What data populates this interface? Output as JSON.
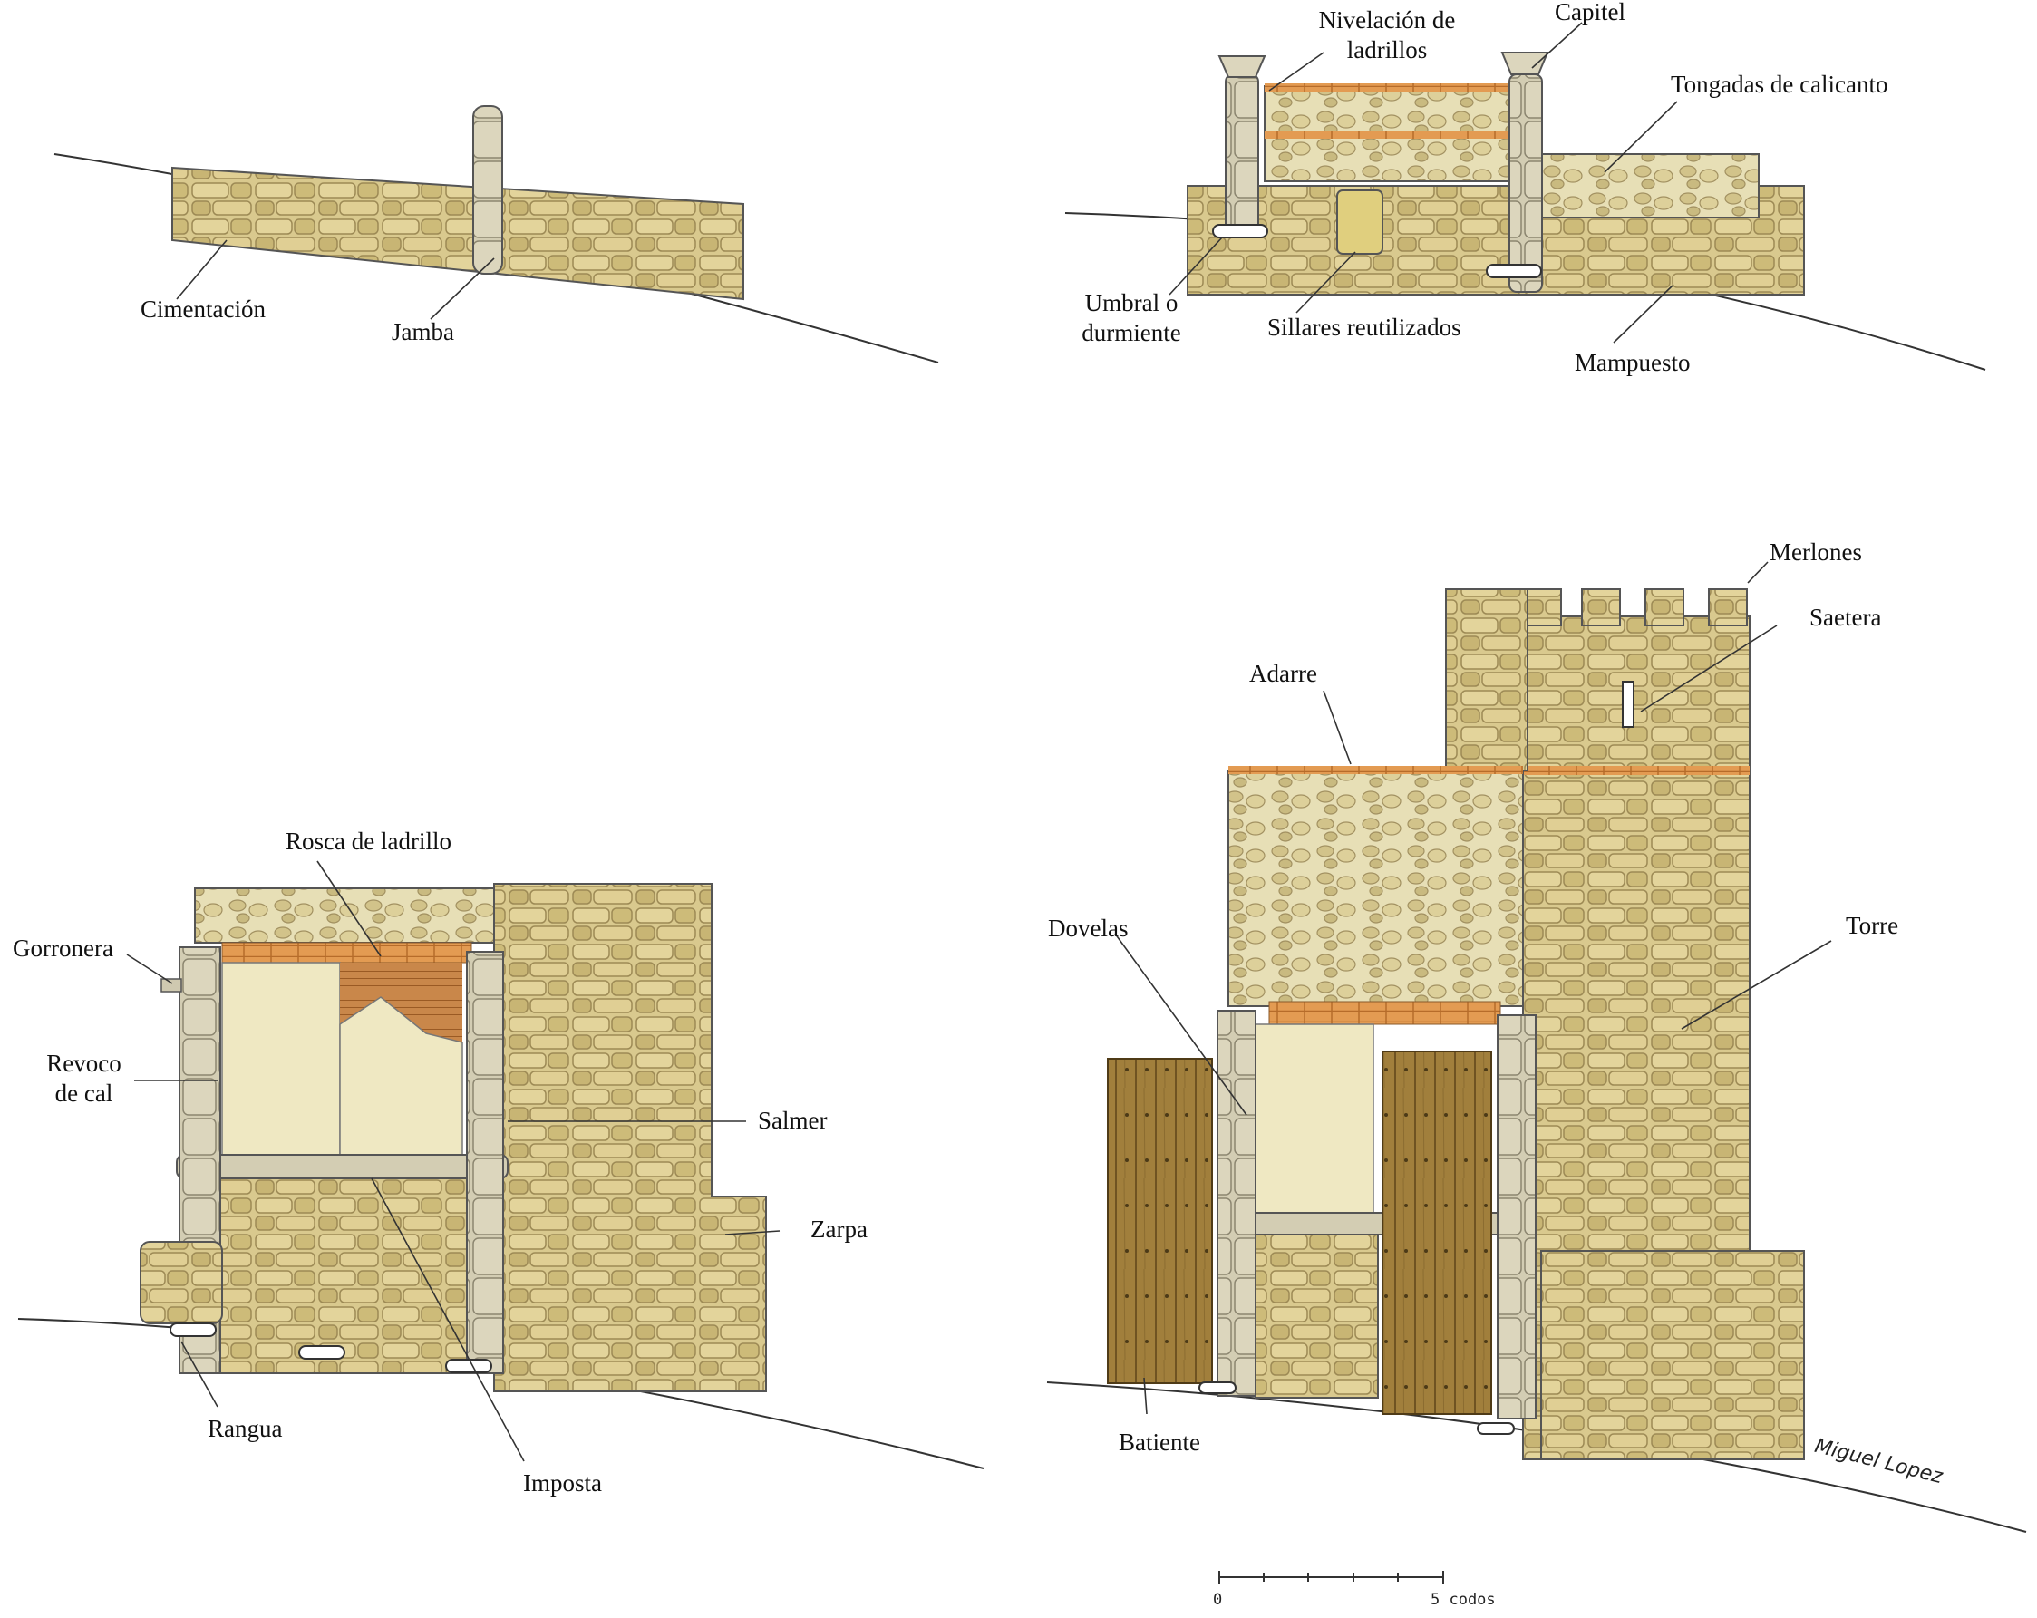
{
  "panels": {
    "p1": {
      "labels": {
        "cimentacion": "Cimentación",
        "jamba": "Jamba"
      }
    },
    "p2": {
      "labels": {
        "nivelacion": "Nivelación de ladrillos",
        "capitel": "Capitel",
        "tongadas": "Tongadas de calicanto",
        "umbral": "Umbral o durmiente",
        "sillares": "Sillares reutilizados",
        "mampuesto": "Mampuesto"
      }
    },
    "p3": {
      "labels": {
        "rosca": "Rosca de ladrillo",
        "gorronera": "Gorronera",
        "revoco": "Revoco de cal",
        "salmer": "Salmer",
        "zarpa": "Zarpa",
        "rangua": "Rangua",
        "imposta": "Imposta"
      }
    },
    "p4": {
      "labels": {
        "merlones": "Merlones",
        "saetera": "Saetera",
        "adarre": "Adarre",
        "dovelas": "Dovelas",
        "torre": "Torre",
        "batiente": "Batiente"
      }
    }
  },
  "scale": {
    "start": "0",
    "end": "5 codos"
  },
  "signature": "Miguel Lopez",
  "colors": {
    "stone": "#d8c98d",
    "stone_dark": "#b8a366",
    "ashlar": "#cfcab3",
    "brick": "#e39b52",
    "render": "#efe9c4",
    "wood": "#9c7a37",
    "ink": "#333333"
  }
}
